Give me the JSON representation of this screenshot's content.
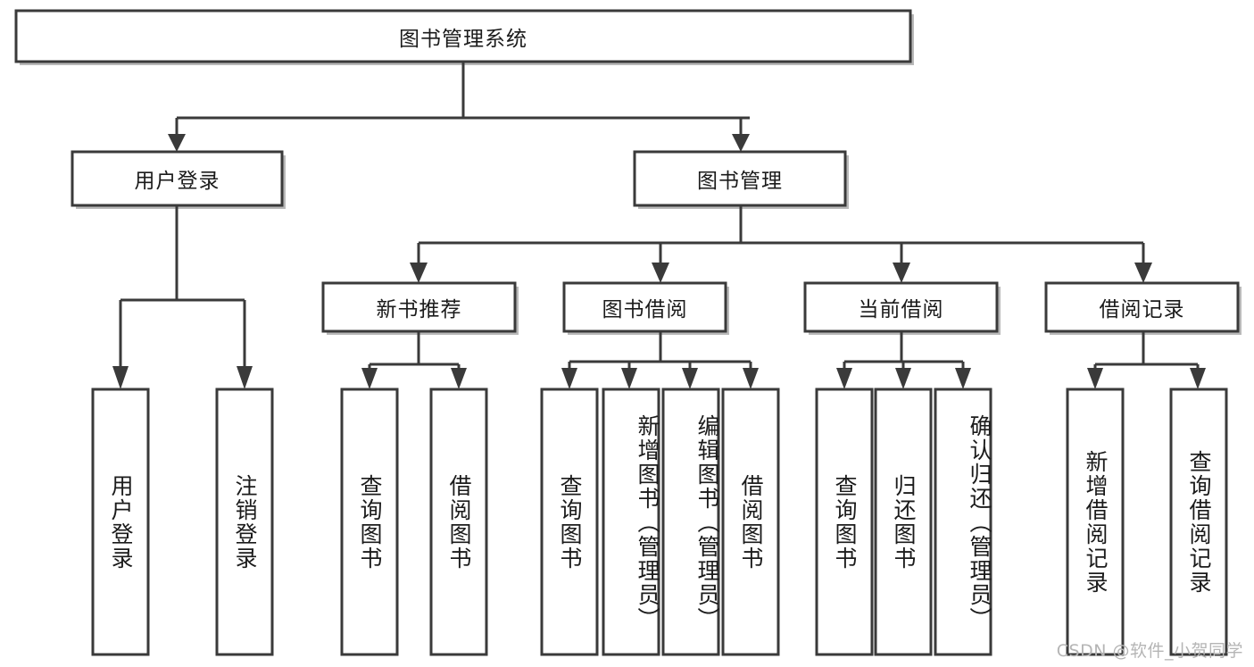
{
  "diagram": {
    "title": "图书管理系统",
    "type": "tree-hierarchy-functional-structure",
    "root": {
      "label": "图书管理系统"
    },
    "level2": [
      {
        "label": "用户登录"
      },
      {
        "label": "图书管理"
      }
    ],
    "level3": [
      {
        "label": "新书推荐"
      },
      {
        "label": "图书借阅"
      },
      {
        "label": "当前借阅"
      },
      {
        "label": "借阅记录"
      }
    ],
    "leaves": {
      "user_login": [
        {
          "label": "用户登录"
        },
        {
          "label": "注销登录"
        }
      ],
      "new_book_recommend": [
        {
          "label": "查询图书"
        },
        {
          "label": "借阅图书"
        }
      ],
      "book_borrow": [
        {
          "label": "查询图书"
        },
        {
          "label": "新增图书（管理员）"
        },
        {
          "label": "编辑图书（管理员）"
        },
        {
          "label": "借阅图书"
        }
      ],
      "current_borrow": [
        {
          "label": "查询图书"
        },
        {
          "label": "归还图书"
        },
        {
          "label": "确认归还（管理员）"
        }
      ],
      "borrow_record": [
        {
          "label": "新增借阅记录"
        },
        {
          "label": "查询借阅记录"
        }
      ]
    }
  },
  "watermark": {
    "text": "CSDN @软件_小贺同学"
  },
  "colors": {
    "stroke": "#3a3a3a",
    "fill": "#ffffff",
    "text": "#1b1b1b",
    "watermark": "#b5b5b5",
    "background": "#ffffff"
  }
}
